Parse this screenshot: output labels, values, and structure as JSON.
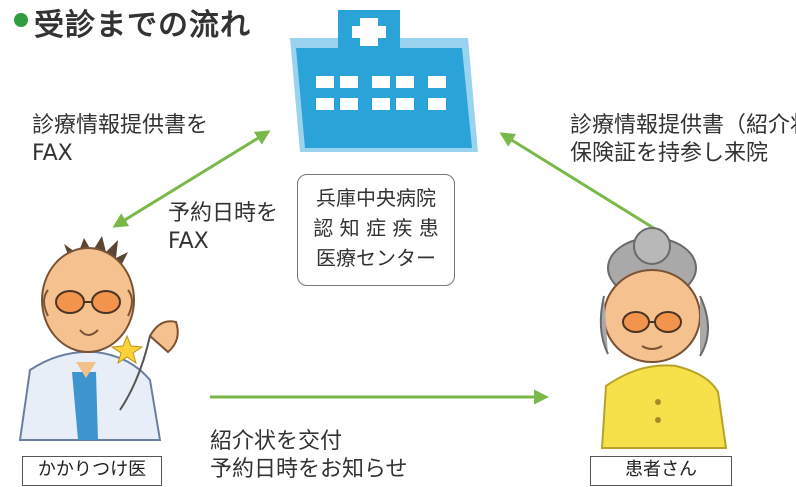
{
  "title": "受診までの流れ",
  "labels": {
    "left_top_line1": "診療情報提供書を",
    "left_top_line2": "FAX",
    "right_top_line1": "診療情報提供書（紹介状）",
    "right_top_line2": "保険証を持参し来院",
    "middle_line1": "予約日時を",
    "middle_line2": "FAX",
    "bottom_line1": "紹介状を交付",
    "bottom_line2": "予約日時をお知らせ"
  },
  "hospital_box": {
    "line1": "兵庫中央病院",
    "line2": "認 知 症 疾 患",
    "line3": "医療センター"
  },
  "captions": {
    "doctor": "かかりつけ医",
    "patient": "患者さん"
  },
  "colors": {
    "arrow": "#7ab84a",
    "hospital": "#2aa4d8",
    "title_dot": "#2e9e3e"
  }
}
